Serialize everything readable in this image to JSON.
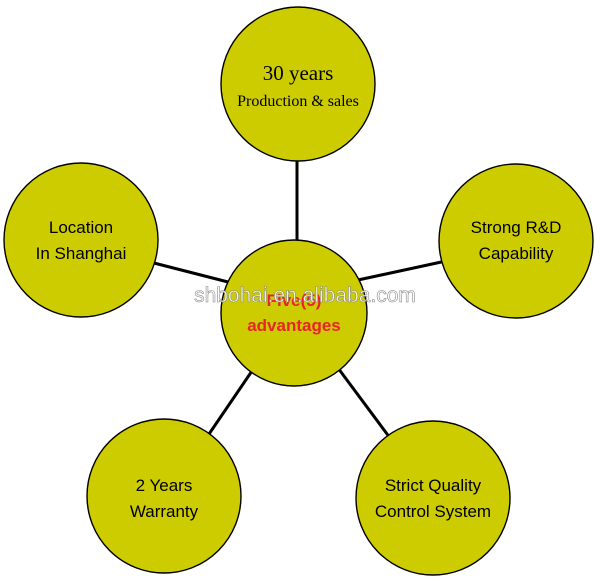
{
  "diagram": {
    "center": {
      "line1": "Five(5)",
      "line2": "advantages",
      "text_color": "#e8242a"
    },
    "nodes": {
      "top": {
        "line1": "30 years",
        "line2": "Production & sales"
      },
      "right": {
        "line1": "Strong R&D",
        "line2": "Capability"
      },
      "bottom_right": {
        "line1": "Strict Quality",
        "line2": "Control System"
      },
      "bottom_left": {
        "line1": "2 Years",
        "line2": "Warranty"
      },
      "left": {
        "line1": "Location",
        "line2": "In Shanghai"
      }
    },
    "circle_fill": "#cccc00",
    "line_color": "#000000"
  },
  "watermark": "shbohai.en.alibaba.com"
}
